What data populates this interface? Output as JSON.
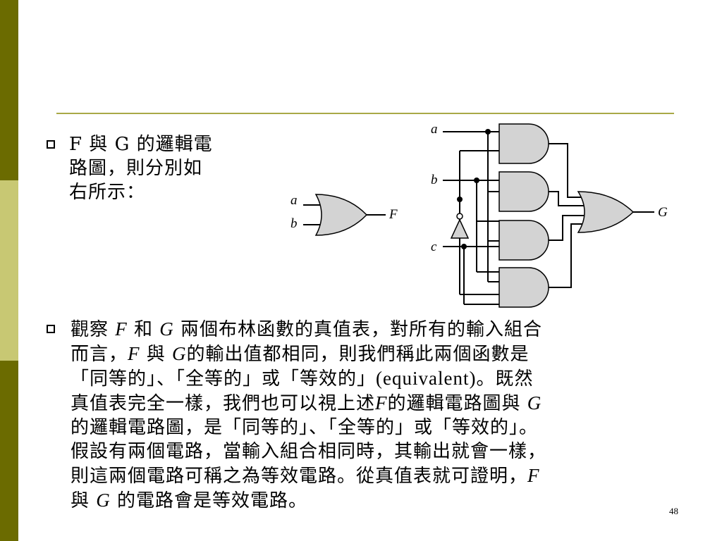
{
  "slide": {
    "bullet1_lines": [
      "F 與 G 的邏輯電",
      "路圖，則分別如",
      "右所示："
    ],
    "para": {
      "l1_pre": "觀察 ",
      "l1_F": "F",
      "l1_mid1": " 和 ",
      "l1_G": "G",
      "l1_post": " 兩個布林函數的真值表，對所有的輸入組合",
      "l2_pre": "而言，",
      "l2_F": "F",
      "l2_mid": " 與 ",
      "l2_G": "G",
      "l2_post": "的輸出值都相同，則我們稱此兩個函數是",
      "l3_pre": "「同等的」、「全等的」或「等效的」",
      "l3_latin": "(equivalent)",
      "l3_post": "。既然",
      "l4_pre": "真值表完全一樣，我們也可以視上述",
      "l4_F": "F",
      "l4_mid": "的邏輯電路圖與 ",
      "l4_G": "G",
      "l5": "的邏輯電路圖，是「同等的」、「全等的」或「等效的」。",
      "l6": "假設有兩個電路，當輸入組合相同時，其輸出就會一樣，",
      "l7_pre": "則這兩個電路可稱之為等效電路。從真值表就可證明，",
      "l7_F": "F",
      "l8_pre": "與 ",
      "l8_G": "G",
      "l8_post": " 的電路會是等效電路。"
    },
    "page_number": "48"
  },
  "circuit_f": {
    "input_a": "a",
    "input_b": "b",
    "output": "F"
  },
  "circuit_g": {
    "input_a": "a",
    "input_b": "b",
    "input_c": "c",
    "output": "G"
  },
  "colors": {
    "bar_dark": "#6b6b00",
    "bar_light": "#c8c873",
    "rule": "#a9a947"
  }
}
